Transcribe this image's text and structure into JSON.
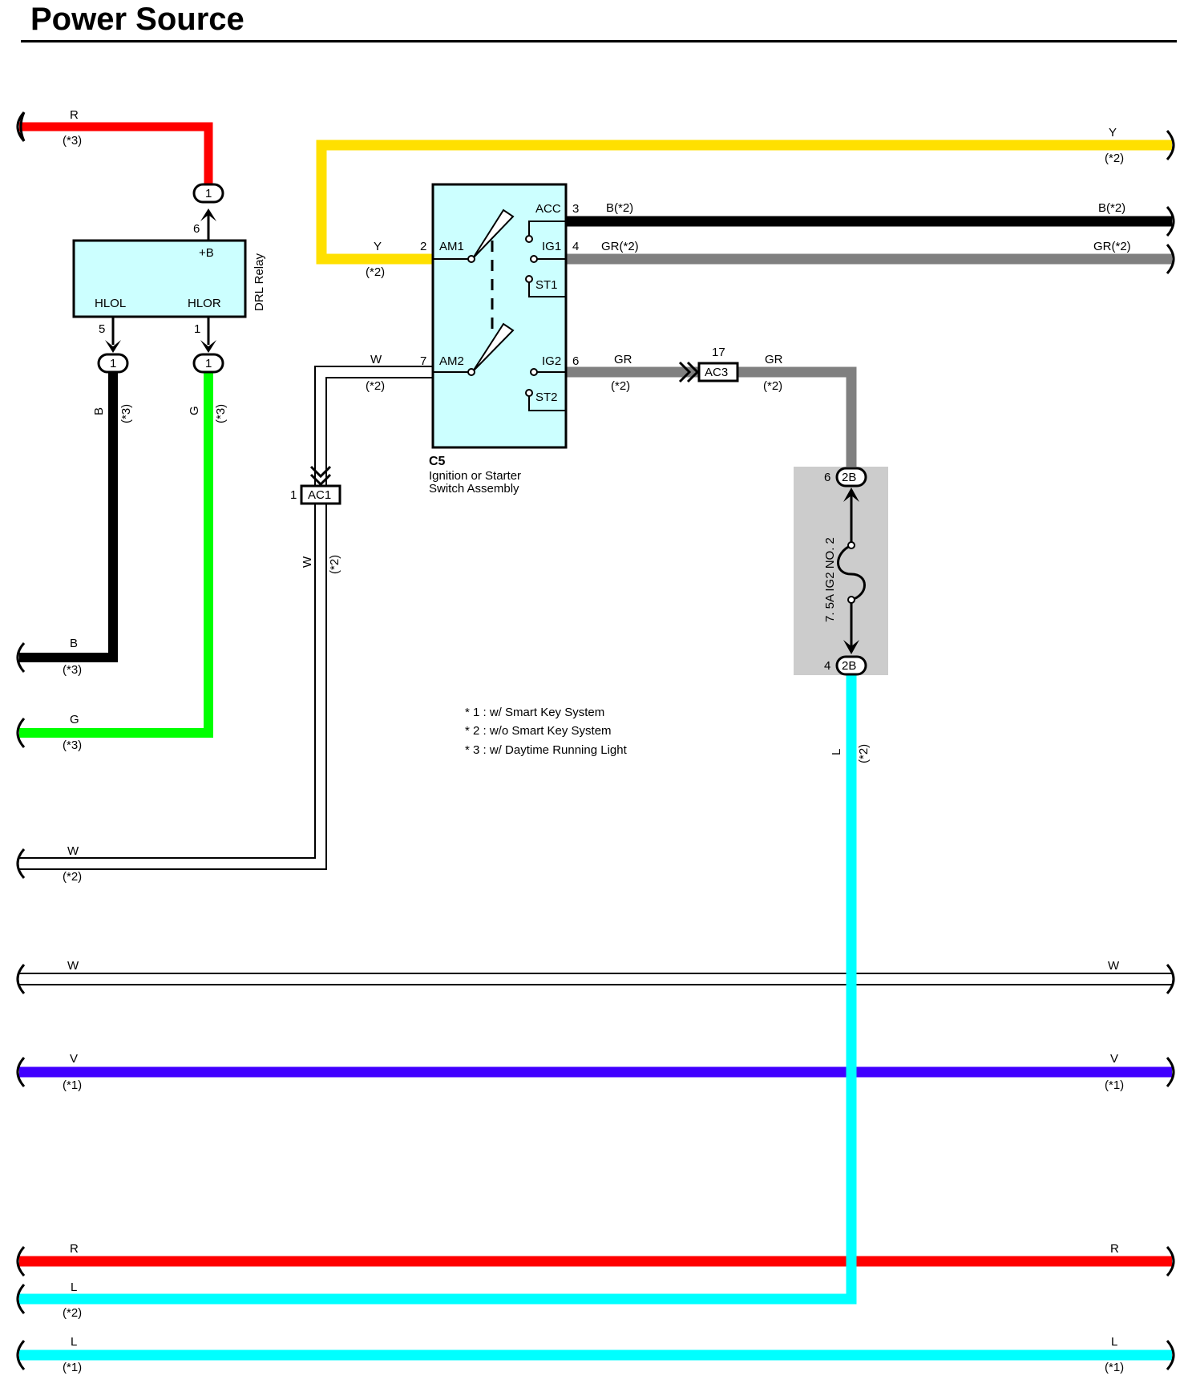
{
  "title": "Power Source",
  "colors": {
    "R": "#ff0000",
    "Y": "#ffe000",
    "B": "#000000",
    "GR": "#808080",
    "G": "#00ff00",
    "W": "#ffffff",
    "V": "#4000ff",
    "L": "#00ffff",
    "box": "#ccffff",
    "fuse_bg": "#cccccc"
  },
  "relay": {
    "name": "DRL Relay",
    "pin_b": "+B",
    "pin_hlol": "HLOL",
    "pin_hlor": "HLOR",
    "num_b": "6",
    "num_hlol": "5",
    "num_hlor": "1",
    "conn": "1"
  },
  "switch": {
    "id": "C5",
    "name_line1": "Ignition or Starter",
    "name_line2": "Switch Assembly",
    "am1": "AM1",
    "am2": "AM2",
    "acc": "ACC",
    "ig1": "IG1",
    "st1": "ST1",
    "ig2": "IG2",
    "st2": "ST2",
    "num_am1": "2",
    "num_am2": "7",
    "num_acc": "3",
    "num_ig1": "4",
    "num_ig2": "6"
  },
  "connectors": {
    "ac1": "AC1",
    "ac1_pin": "1",
    "ac3": "AC3",
    "ac3_pin": "17",
    "b2": "2B",
    "b2_top_pin": "6",
    "b2_bot_pin": "4"
  },
  "fuse": {
    "label": "7. 5A IG2 NO. 2"
  },
  "wire_labels": {
    "R": "R",
    "Y": "Y",
    "B": "B",
    "G": "G",
    "W": "W",
    "GR": "GR",
    "L": "L",
    "V": "V",
    "B2": "B(*2)",
    "GR2": "GR(*2)",
    "n1": "(*1)",
    "n2": "(*2)",
    "n3": "(*3)"
  },
  "notes": [
    "* 1 : w/ Smart Key System",
    "* 2 : w/o Smart Key System",
    "* 3 : w/ Daytime Running Light"
  ]
}
